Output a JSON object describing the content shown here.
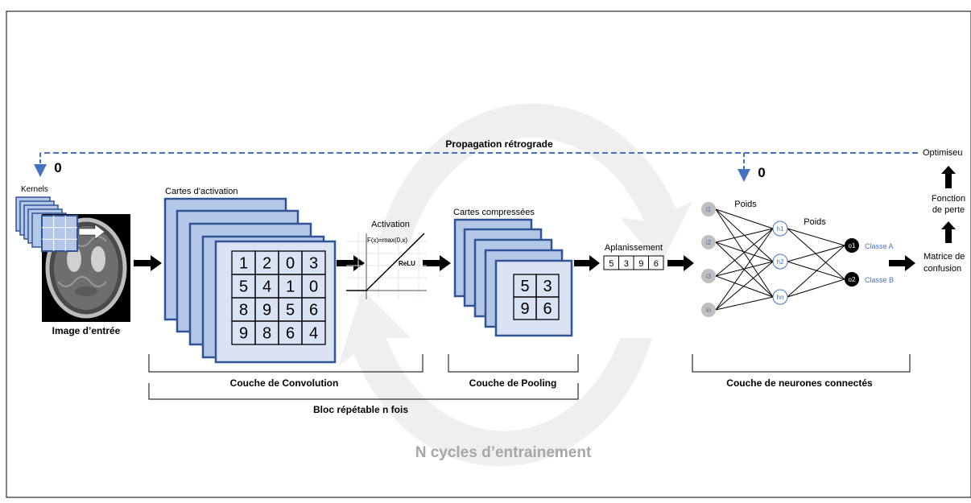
{
  "title": {
    "backprop": "Propagation rétrograde",
    "cycles": "N cycles d’entrainement"
  },
  "labels": {
    "kernels": "Kernels",
    "input_image": "Image d’entrée",
    "activation_maps": "Cartes d’activation",
    "activation": "Activation",
    "relu_formula": "F(x)=max(0,x)",
    "relu": "ReLU",
    "compressed_maps": "Cartes compressées",
    "flatten": "Aplanissement",
    "weights_1": "Poids",
    "weights_2": "Poids",
    "optimizer": "Optimiseu",
    "loss_1": "Fonction",
    "loss_2": "de perte",
    "confusion_1": "Matrice de",
    "confusion_2": "confusion",
    "zero_1": "0",
    "zero_2": "0"
  },
  "sections": {
    "conv": "Couche de Convolution",
    "pooling": "Couche de Pooling",
    "fc": "Couche de neurones connectés",
    "block": "Bloc répétable n fois"
  },
  "conv_grid": [
    [
      "1",
      "2",
      "0",
      "3"
    ],
    [
      "5",
      "4",
      "1",
      "0"
    ],
    [
      "8",
      "9",
      "5",
      "6"
    ],
    [
      "9",
      "8",
      "6",
      "4"
    ]
  ],
  "pool_grid": [
    [
      "5",
      "3"
    ],
    [
      "9",
      "6"
    ]
  ],
  "flatten_values": [
    "5",
    "3",
    "9",
    "6"
  ],
  "network": {
    "inputs": [
      "i1",
      "i2",
      "i3",
      "in"
    ],
    "hidden": [
      "h1",
      "h2",
      "hn"
    ],
    "outputs": [
      "o1",
      "o2"
    ],
    "classes": [
      "Classe A",
      "Classe B"
    ]
  },
  "colors": {
    "map_fill": "#b4c7e7",
    "map_stroke": "#2f5597",
    "dash": "#4472c4",
    "class_text": "#4472c4",
    "input_node": "#bfbfbf",
    "watermark": "#efefef"
  }
}
